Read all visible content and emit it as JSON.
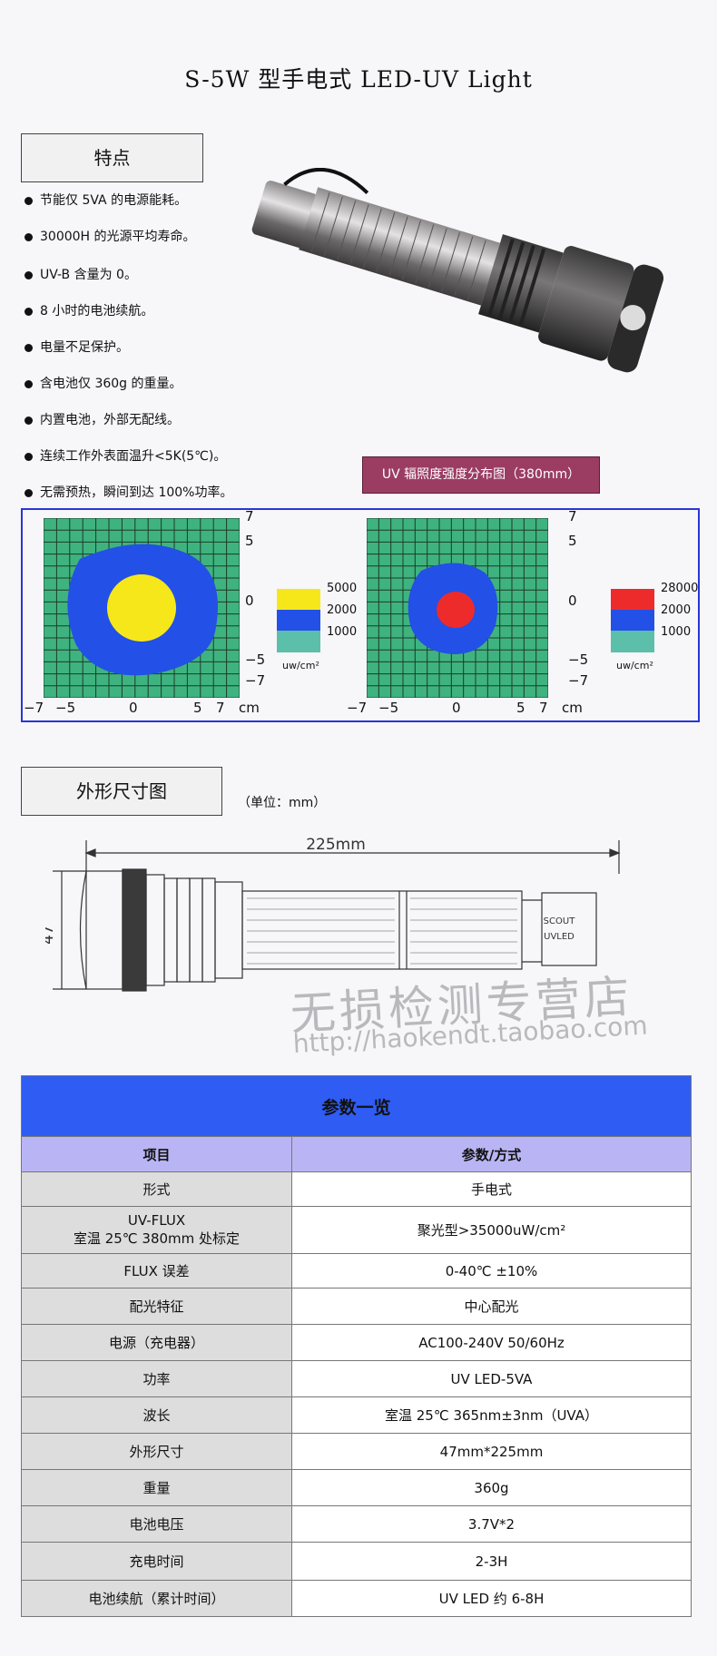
{
  "title": "S-5W 型手电式 LED-UV Light",
  "features": {
    "heading": "特点",
    "items": [
      "节能仅 5VA 的电源能耗。",
      "30000H 的光源平均寿命。",
      "UV-B 含量为 0。",
      "8 小时的电池续航。",
      "电量不足保护。",
      "含电池仅 360g 的重量。",
      "内置电池，外部无配线。",
      "连续工作外表面温升<5K(5℃)。",
      "无需预热，瞬间到达 100%功率。"
    ]
  },
  "irradiance": {
    "title": "UV 辐照度强度分布图（380mm）",
    "y_ticks": [
      "7",
      "5",
      "0",
      "−5",
      "−7"
    ],
    "x_ticks": [
      "−7",
      "−5",
      "0",
      "5",
      "7"
    ],
    "x_unit": "cm",
    "unit": "uw/cm²",
    "left_legend": [
      {
        "label": "5000",
        "color": "#f6e71b"
      },
      {
        "label": "2000",
        "color": "#2350e6"
      },
      {
        "label": "1000",
        "color": "#5bbfa9"
      }
    ],
    "right_legend": [
      {
        "label": "28000",
        "color": "#ee2b2b"
      },
      {
        "label": "2000",
        "color": "#2350e6"
      },
      {
        "label": "1000",
        "color": "#5bbfa9"
      }
    ],
    "grid_color": "#3fb37f"
  },
  "dimensions": {
    "heading": "外形尺寸图",
    "unit_note": "（单位：mm）",
    "length_label": "225mm",
    "diameter_label": "47",
    "cap_text_1": "SCOUT",
    "cap_text_2": "UVLED"
  },
  "watermark": {
    "line1": "无损检测专营店",
    "line2": "http://haokendt.taobao.com"
  },
  "specs": {
    "caption": "参数一览",
    "header": [
      "项目",
      "参数/方式"
    ],
    "rows": [
      [
        "形式",
        "手电式"
      ],
      [
        "UV-FLUX\n室温 25℃  380mm 处标定",
        "聚光型>35000uW/cm²"
      ],
      [
        "FLUX 误差",
        "0-40℃  ±10%"
      ],
      [
        "配光特征",
        "中心配光"
      ],
      [
        "电源（充电器）",
        "AC100-240V   50/60Hz"
      ],
      [
        "功率",
        "UV LED-5VA"
      ],
      [
        "波长",
        "室温 25℃    365nm±3nm（UVA）"
      ],
      [
        "外形尺寸",
        "47mm*225mm"
      ],
      [
        "重量",
        "360g"
      ],
      [
        "电池电压",
        "3.7V*2"
      ],
      [
        "充电时间",
        "2-3H"
      ],
      [
        "电池续航（累计时间）",
        "UV LED  约 6-8H"
      ]
    ]
  }
}
